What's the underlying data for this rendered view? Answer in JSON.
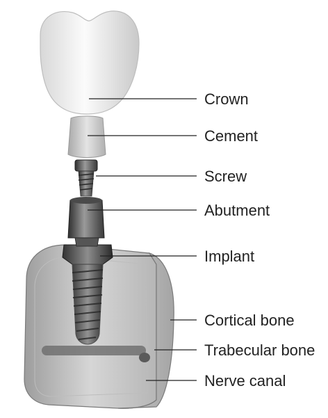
{
  "labels": {
    "crown": "Crown",
    "cement": "Cement",
    "screw": "Screw",
    "abutment": "Abutment",
    "implant": "Implant",
    "cortical_bone": "Cortical bone",
    "trabecular_bone": "Trabecular bone",
    "nerve_canal": "Nerve canal"
  },
  "colors": {
    "crown": "#ededed",
    "cement": "#d2d2d2",
    "metal_dark": "#3a3a3a",
    "metal_mid": "#707070",
    "bone_face": "#cfcfcf",
    "bone_side": "#a9a9a9",
    "nerve": "#6e6e6e",
    "text": "#222222"
  }
}
